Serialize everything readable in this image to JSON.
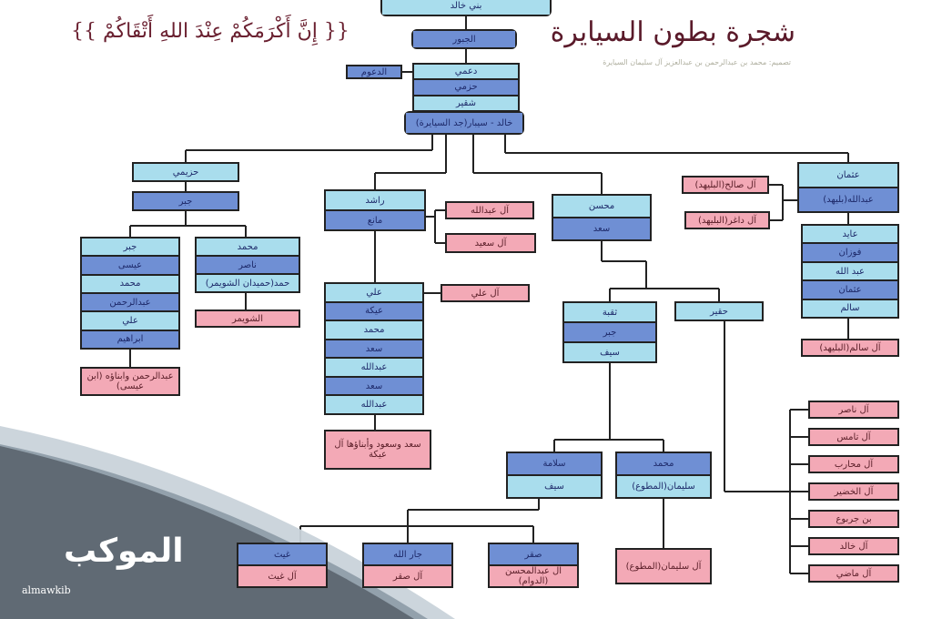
{
  "header": {
    "title": "شجرة بطون السيايرة",
    "subtitle": "تصميم: محمد بن عبدالرحمن بن عبدالعزيز آل سليمان السيايرة",
    "verse": "{{ إِنَّ أَكْرَمَكُمْ عِنْدَ اللهِ أَتْقَاكُمْ }}"
  },
  "colors": {
    "light": "#a9dded",
    "dark": "#6f8fd4",
    "pink": "#f3a9b6",
    "border": "#222222"
  },
  "nodes": {
    "bani_khalid": [
      {
        "t": "بني خالد",
        "c": "light"
      }
    ],
    "jubour": [
      {
        "t": "الجبور",
        "c": "dark"
      }
    ],
    "daami": [
      {
        "t": "دعمي",
        "c": "light"
      },
      {
        "t": "حزمي",
        "c": "dark"
      },
      {
        "t": "شقير",
        "c": "light"
      }
    ],
    "daoum": [
      {
        "t": "الدعوم",
        "c": "dark"
      }
    ],
    "khalid": [
      {
        "t": "خالد - سيبار(جد السيايرة)",
        "c": "dark"
      }
    ],
    "hazmi": [
      {
        "t": "حزيمي",
        "c": "light"
      }
    ],
    "jabr": [
      {
        "t": "جبر",
        "c": "dark"
      }
    ],
    "left_stack": [
      {
        "t": "جبر",
        "c": "light"
      },
      {
        "t": "عيسى",
        "c": "dark"
      },
      {
        "t": "محمد",
        "c": "light"
      },
      {
        "t": "عبدالرحمن",
        "c": "dark"
      },
      {
        "t": "علي",
        "c": "light"
      },
      {
        "t": "ابراهيم",
        "c": "dark"
      }
    ],
    "abdulrahman_sons": [
      {
        "t": "عبدالرحمن وابناؤه (ابن عيسى)",
        "c": "pink"
      }
    ],
    "mid_stack": [
      {
        "t": "محمد",
        "c": "light"
      },
      {
        "t": "ناصر",
        "c": "dark"
      },
      {
        "t": "حمد(حميدان الشويمر)",
        "c": "light"
      }
    ],
    "shuwaimer": [
      {
        "t": "الشويمر",
        "c": "pink"
      }
    ],
    "rashed": [
      {
        "t": "راشد",
        "c": "light"
      },
      {
        "t": "مانع",
        "c": "dark"
      }
    ],
    "al_abdullah": [
      {
        "t": "آل عبدالله",
        "c": "pink"
      }
    ],
    "al_saeed": [
      {
        "t": "آل سعيد",
        "c": "pink"
      }
    ],
    "ali_stack": [
      {
        "t": "علي",
        "c": "light"
      },
      {
        "t": "عيكة",
        "c": "dark"
      },
      {
        "t": "محمد",
        "c": "light"
      },
      {
        "t": "سعد",
        "c": "dark"
      },
      {
        "t": "عبدالله",
        "c": "light"
      },
      {
        "t": "سعد",
        "c": "dark"
      },
      {
        "t": "عبدالله",
        "c": "light"
      }
    ],
    "al_ali": [
      {
        "t": "آل علي",
        "c": "pink"
      }
    ],
    "al_aika": [
      {
        "t": "سعد وسعود وأبناؤها آل عيكة",
        "c": "pink"
      }
    ],
    "mohsen": [
      {
        "t": "محسن",
        "c": "light"
      },
      {
        "t": "سعد",
        "c": "dark"
      }
    ],
    "thaqba": [
      {
        "t": "ثقبة",
        "c": "light"
      },
      {
        "t": "جبر",
        "c": "dark"
      },
      {
        "t": "سيف",
        "c": "light"
      }
    ],
    "hoqair": [
      {
        "t": "حقير",
        "c": "light"
      }
    ],
    "othman": [
      {
        "t": "عثمان",
        "c": "light"
      },
      {
        "t": "عبدالله(بليهد)",
        "c": "dark"
      }
    ],
    "al_saleh": [
      {
        "t": "آل صالح(البليهد)",
        "c": "pink"
      }
    ],
    "al_dagher": [
      {
        "t": "آل داغر(البليهد)",
        "c": "pink"
      }
    ],
    "right_stack": [
      {
        "t": "عايد",
        "c": "light"
      },
      {
        "t": "فوزان",
        "c": "dark"
      },
      {
        "t": "عبد الله",
        "c": "light"
      },
      {
        "t": "عثمان",
        "c": "dark"
      },
      {
        "t": "سالم",
        "c": "light"
      }
    ],
    "al_salem": [
      {
        "t": "آل سالم(البليهد)",
        "c": "pink"
      }
    ],
    "al_nasser": [
      {
        "t": "آل ناصر",
        "c": "pink"
      }
    ],
    "al_thamer": [
      {
        "t": "آل تامس",
        "c": "pink"
      }
    ],
    "al_mohareb": [
      {
        "t": "آل محارب",
        "c": "pink"
      }
    ],
    "al_khudair": [
      {
        "t": "آل الخضير",
        "c": "pink"
      }
    ],
    "bin_jarbou": [
      {
        "t": "بن جربوع",
        "c": "pink"
      }
    ],
    "al_khaled": [
      {
        "t": "آل خالد",
        "c": "pink"
      }
    ],
    "al_madi": [
      {
        "t": "آل ماضي",
        "c": "pink"
      }
    ],
    "salama": [
      {
        "t": "سلامة",
        "c": "dark"
      },
      {
        "t": "سيف",
        "c": "light"
      }
    ],
    "mohammed_s": [
      {
        "t": "محمد",
        "c": "dark"
      },
      {
        "t": "سليمان(المطوع)",
        "c": "light"
      }
    ],
    "al_sulaiman": [
      {
        "t": "آل سليمان(المطوع)",
        "c": "pink"
      }
    ],
    "ghaith": [
      {
        "t": "غيث",
        "c": "dark"
      },
      {
        "t": "آل غيث",
        "c": "pink"
      }
    ],
    "jarallah": [
      {
        "t": "جار الله",
        "c": "dark"
      },
      {
        "t": "آل صقر",
        "c": "pink"
      }
    ],
    "saqr": [
      {
        "t": "صقر",
        "c": "dark"
      },
      {
        "t": "آل عبدالمحسن (الدوام)",
        "c": "pink"
      }
    ]
  },
  "watermark": {
    "arabic": "الموكب",
    "latin": "almawkib"
  }
}
